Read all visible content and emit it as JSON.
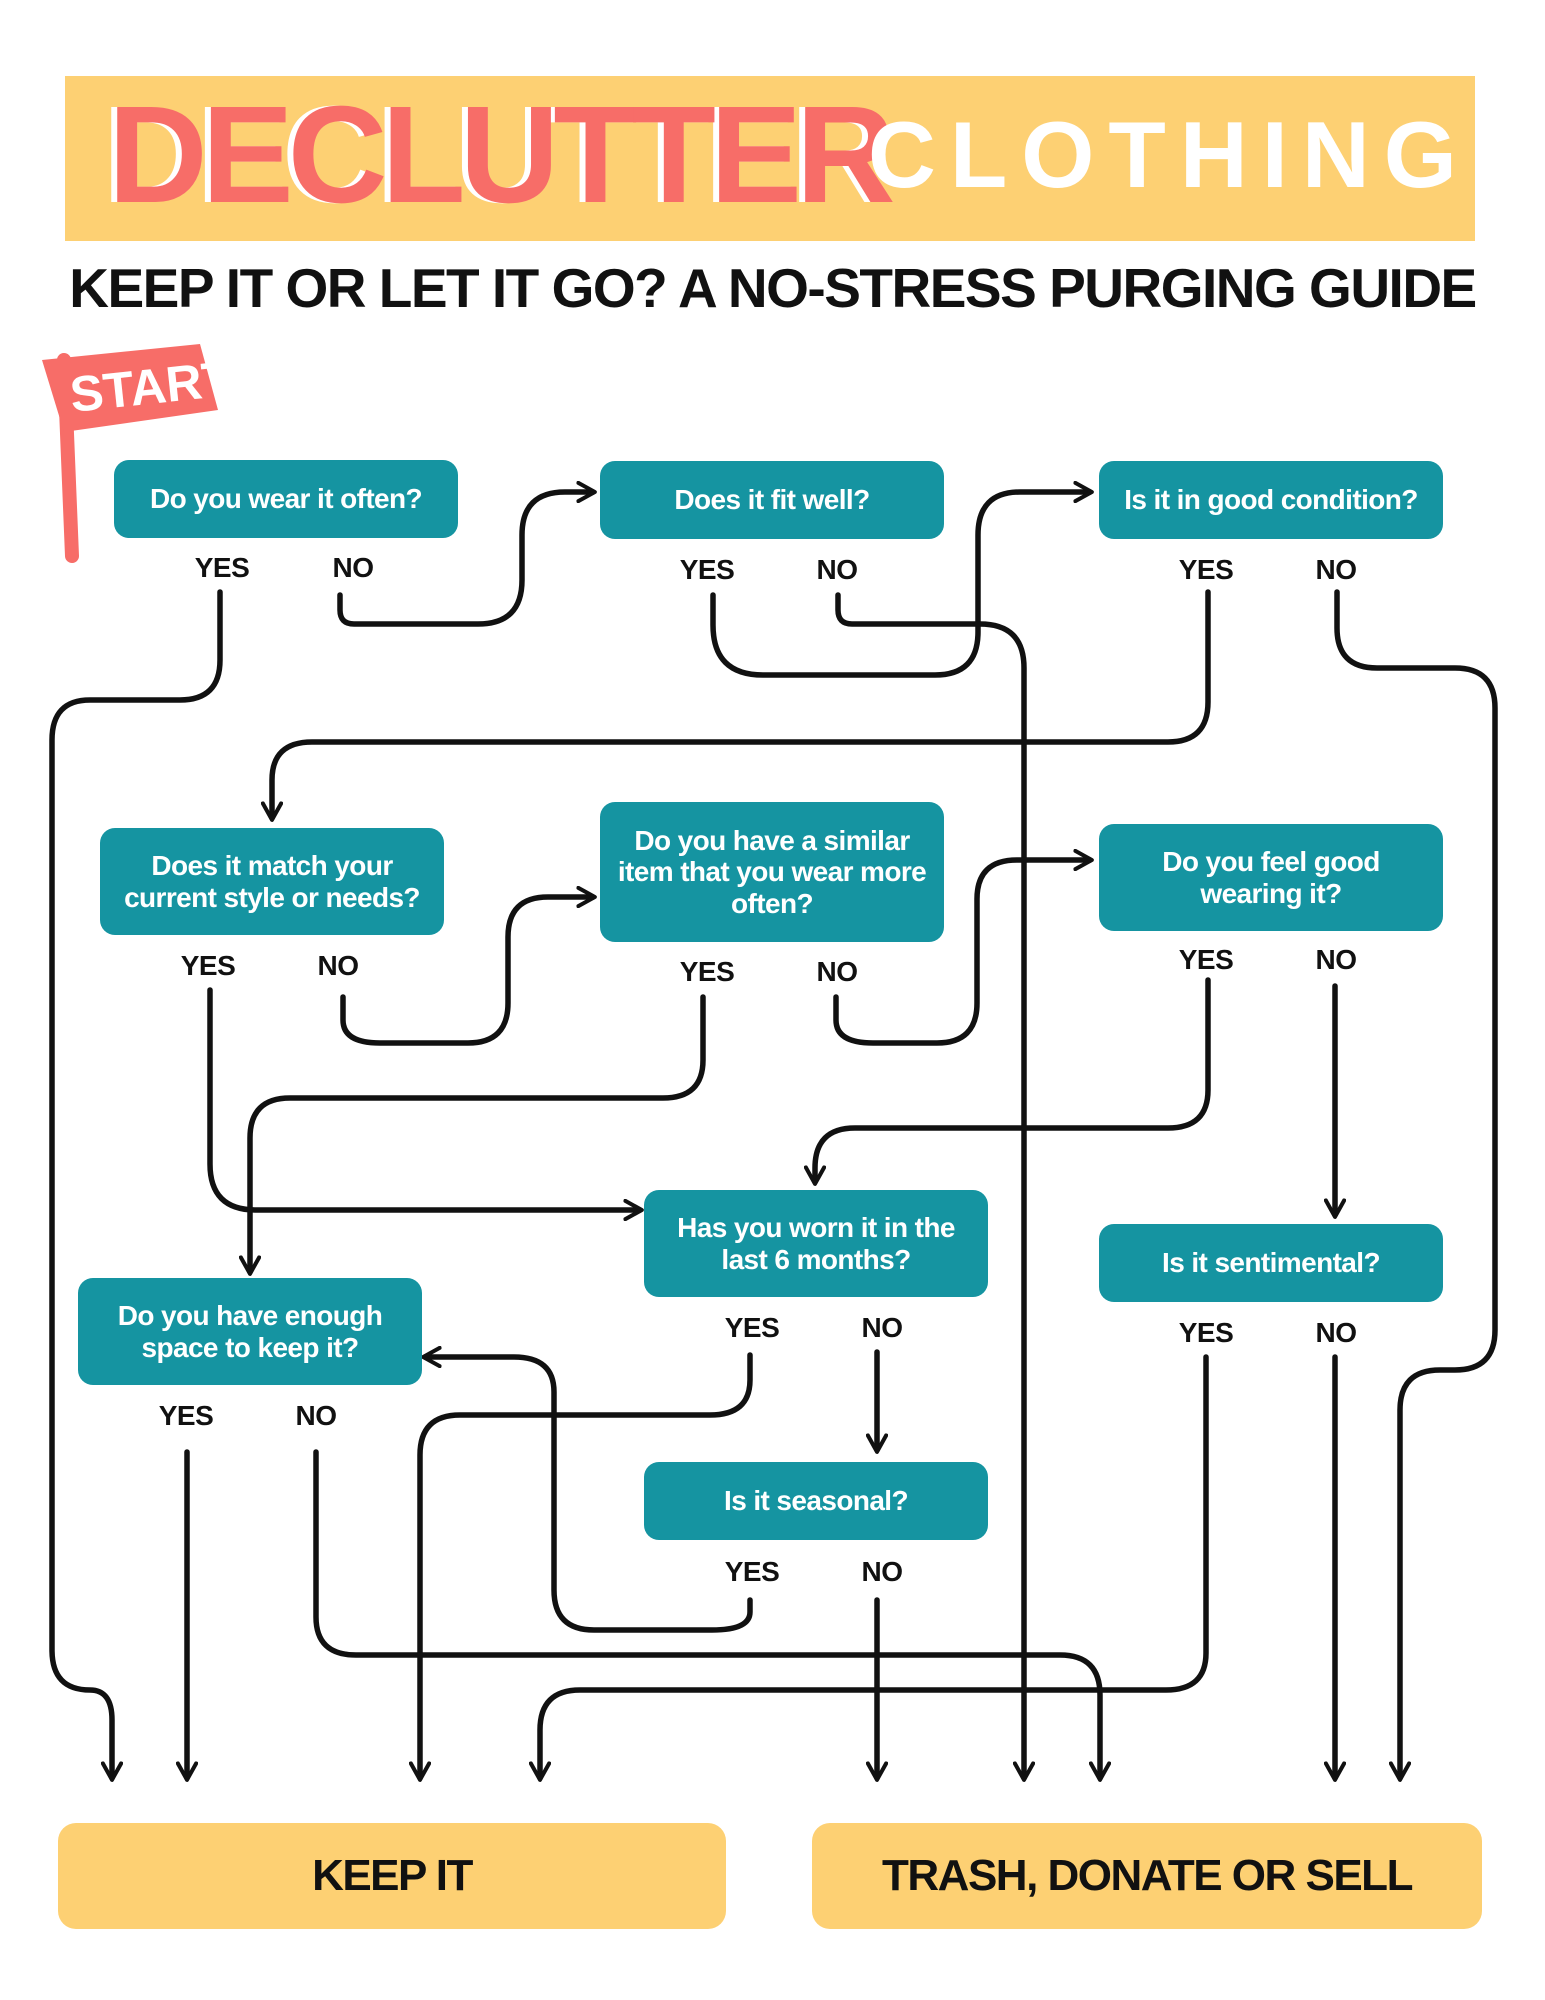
{
  "header": {
    "title_word1": "DECLUTTER",
    "title_word2": "CLOTHING",
    "subtitle": "KEEP IT OR LET IT GO? A NO-STRESS PURGING GUIDE"
  },
  "start_flag": {
    "label": "START"
  },
  "questions": {
    "wear_often": "Do you wear it often?",
    "fit_well": "Does it fit well?",
    "good_condition": "Is it in good condition?",
    "match_style": "Does it match your current style or needs?",
    "similar_item": "Do  you have a similar item that you wear more often?",
    "feel_good": "Do you feel good wearing it?",
    "worn_6_months": "Has you worn it in the last 6 months?",
    "enough_space": "Do you have enough space to keep it?",
    "sentimental": "Is it sentimental?",
    "seasonal": "Is it seasonal?"
  },
  "answers": {
    "yes": "YES",
    "no": "NO"
  },
  "outcomes": {
    "keep": "KEEP IT",
    "let_go": "TRASH, DONATE OR SELL"
  },
  "colors": {
    "question_box": "#1594a1",
    "banner": "#fdd073",
    "accent": "#f76d68",
    "lines": "#111111"
  }
}
